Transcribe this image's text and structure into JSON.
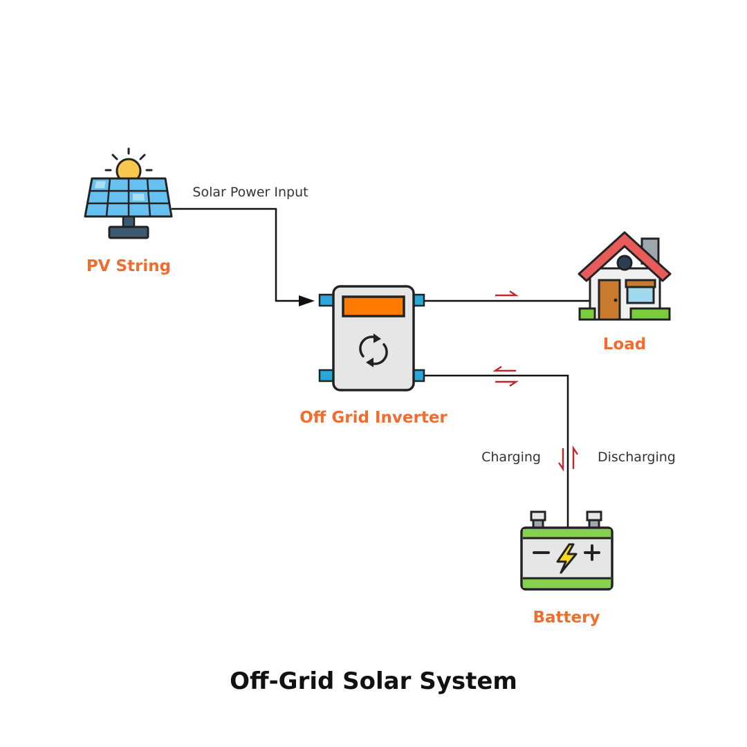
{
  "diagram": {
    "title": "Off-Grid Solar System",
    "nodes": {
      "pv": {
        "label": "PV String",
        "icon": "solar-panel-icon"
      },
      "inverter": {
        "label": "Off Grid Inverter",
        "icon": "inverter-icon"
      },
      "load": {
        "label": "Load",
        "icon": "house-icon"
      },
      "battery": {
        "label": "Battery",
        "icon": "battery-icon"
      }
    },
    "edges": {
      "pv_to_inverter": {
        "label": "Solar Power Input",
        "direction": "pv-to-inverter"
      },
      "inverter_to_load": {
        "direction": "inverter-to-load"
      },
      "inverter_battery": {
        "direction": "bidirectional"
      },
      "charging": {
        "label": "Charging"
      },
      "discharging": {
        "label": "Discharging"
      }
    },
    "colors": {
      "label_accent": "#f26d2d",
      "flow_arrow": "#c0272d",
      "line": "#111111",
      "panel_blue": "#67c1f0",
      "sun_yellow": "#f9c74f",
      "inverter_body": "#e6e6e6",
      "inverter_display": "#ff7a00",
      "roof_red": "#e85b5b",
      "battery_green": "#86d14b",
      "bolt_yellow": "#f9d71c",
      "grass_green": "#7ccd3c",
      "door_brown": "#c97a2c",
      "window_blue": "#9fd8ef"
    }
  }
}
